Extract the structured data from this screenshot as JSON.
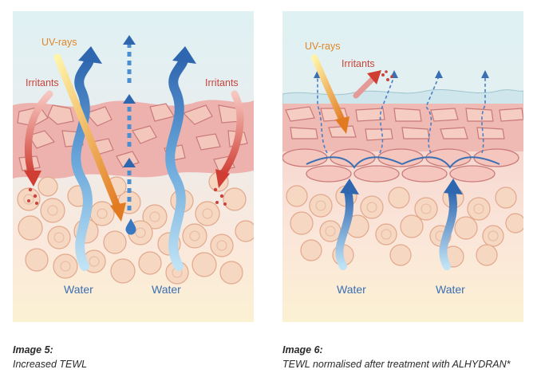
{
  "left": {
    "labels": {
      "uv": "UV-rays",
      "irritants_left": "Irritants",
      "irritants_right": "Irritants",
      "water_left": "Water",
      "water_right": "Water"
    },
    "caption_title": "Image 5:",
    "caption_text": "Increased TEWL"
  },
  "right": {
    "labels": {
      "uv": "UV-rays",
      "irritants": "Irritants",
      "water_left": "Water",
      "water_right": "Water"
    },
    "caption_title": "Image 6:",
    "caption_text": "TEWL normalised after treatment with ALHYDRAN*"
  },
  "colors": {
    "water": "#3b6fb3",
    "uv": "#e0872a",
    "irritants": "#c8443a",
    "sky": "#dff1f3",
    "base": "#fbf1d3"
  }
}
